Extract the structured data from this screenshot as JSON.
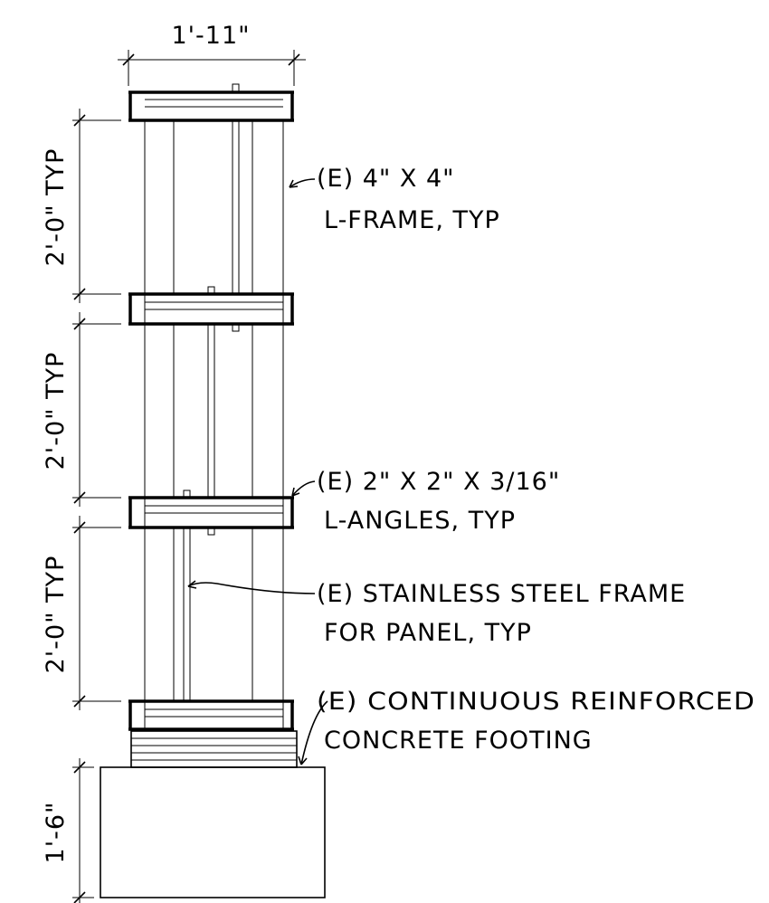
{
  "dimensions": {
    "width": "1'-11\"",
    "spacing_1": "2'-0\" TYP",
    "spacing_2": "2'-0\" TYP",
    "spacing_3": "2'-0\" TYP",
    "footing_height": "1'-6\""
  },
  "callouts": {
    "l_frame": {
      "line1": "(E) 4\" X 4\"",
      "line2": "L-FRAME, TYP"
    },
    "l_angles": {
      "line1": "(E) 2\" X 2\" X 3/16\"",
      "line2": "L-ANGLES, TYP"
    },
    "ss_frame": {
      "line1": "(E) STAINLESS STEEL FRAME",
      "line2": "FOR PANEL, TYP"
    },
    "footing": {
      "line1": "(E) CONTINUOUS REINFORCED",
      "line2": "CONCRETE FOOTING"
    }
  },
  "colors": {
    "ink": "#000000",
    "background": "#ffffff"
  }
}
